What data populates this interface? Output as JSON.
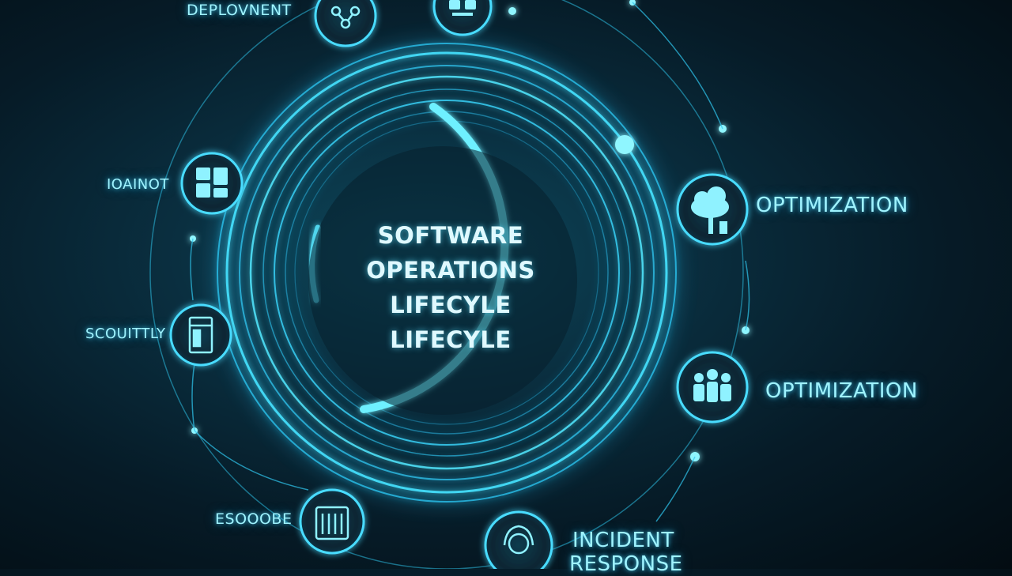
{
  "center": {
    "line1": "SOFTWARE",
    "line2": "OPERATIONS",
    "line3": "LIFECYLE",
    "line4": "LIFECYLE"
  },
  "labels": {
    "deployment": "DEPLOVNENT",
    "monitoring": "IOAINOT",
    "security": "SCOUITTLY",
    "bottom_left": "ESOOOBE",
    "optimization_top": "OPTIMIZATION",
    "optimization_bottom": "OPTIMIZATION",
    "incident_line1": "INCIDENT",
    "incident_line2": "RESPONSE"
  },
  "icons": {
    "top_left": "network-icon",
    "top": "servers-icon",
    "left_upper": "dashboard-icon",
    "left_lower": "server-rack-icon",
    "bottom_left": "hardware-icon",
    "bottom": "support-agent-icon",
    "right_upper": "cloud-icon",
    "right_lower": "team-icon"
  },
  "colors": {
    "accent": "#38e0ff",
    "ring": "#5fe8ff",
    "background": "#061b27"
  }
}
